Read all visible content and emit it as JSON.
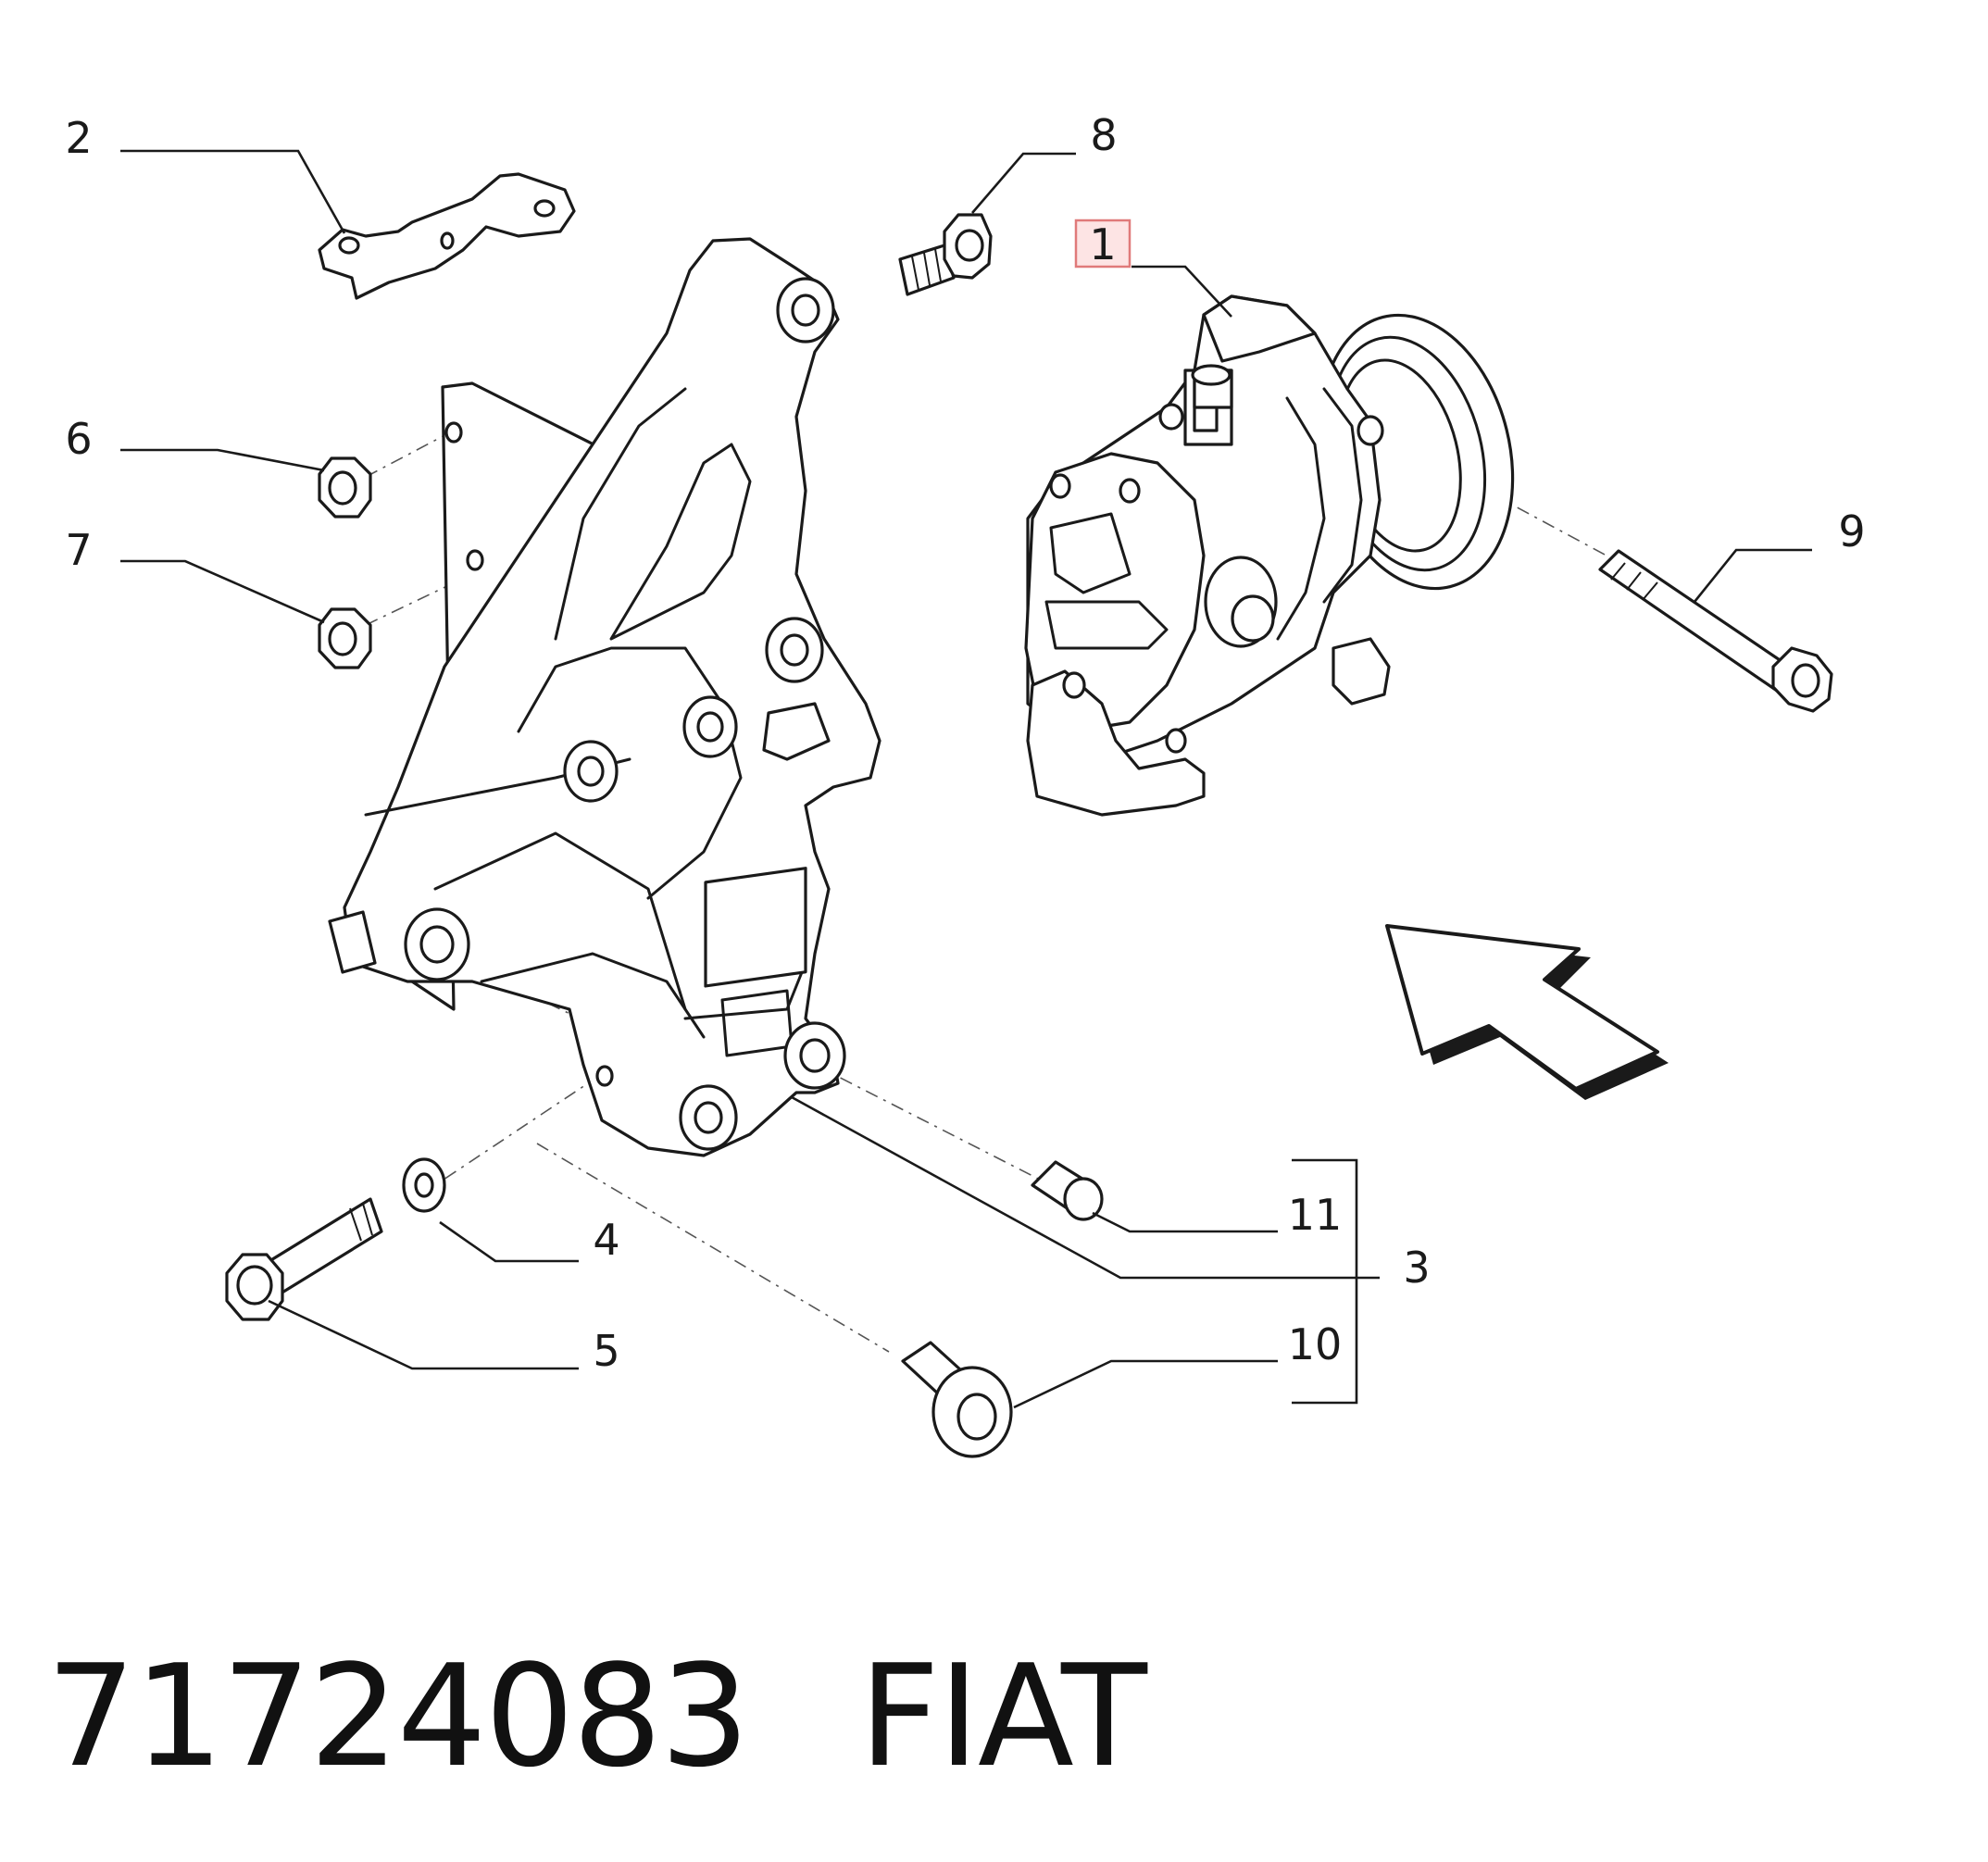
{
  "callouts": [
    {
      "id": "1",
      "label": "1",
      "highlighted": true
    },
    {
      "id": "2",
      "label": "2"
    },
    {
      "id": "3",
      "label": "3"
    },
    {
      "id": "4",
      "label": "4"
    },
    {
      "id": "5",
      "label": "5"
    },
    {
      "id": "6",
      "label": "6"
    },
    {
      "id": "7",
      "label": "7"
    },
    {
      "id": "8",
      "label": "8"
    },
    {
      "id": "9",
      "label": "9"
    },
    {
      "id": "10",
      "label": "10"
    },
    {
      "id": "11",
      "label": "11"
    }
  ],
  "footer": {
    "part_number": "71724083",
    "brand": "FIAT"
  },
  "colors": {
    "line": "#1a1a1a",
    "highlight_fill": "#fde4e4",
    "highlight_stroke": "#e07a7a"
  }
}
